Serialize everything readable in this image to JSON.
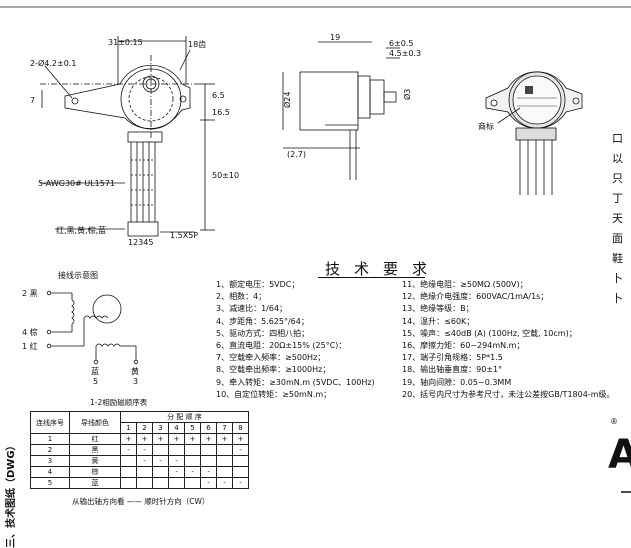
{
  "side_label": "三、技术图纸（DWG）",
  "drawing": {
    "dims": {
      "d31": "31±0.15",
      "teeth": "18齿",
      "hole": "2-Ø4.2±0.1",
      "d7": "7",
      "d65": "6.5",
      "d165": "16.5",
      "d50": "50±10",
      "wire": "5-AWG30# UL1571",
      "colors": "红,黑,黄,棕,蓝",
      "pins": "12345",
      "pitch": "1.5X5P",
      "d19": "19",
      "d6": "6±0.5",
      "d45": "4.5±0.3",
      "d24": "Ø24",
      "d3": "Ø3",
      "d27": "(2.7)",
      "label_tag": "商标"
    },
    "wiring": {
      "title": "接线示意图",
      "w2": "2 黑",
      "w4": "4 棕",
      "w1": "1 红",
      "blue": "蓝",
      "blue_num": "5",
      "yellow": "黄",
      "yellow_num": "3",
      "caption": "1-2相励磁顺序表"
    }
  },
  "spec_title": "技术要求",
  "specs_left": [
    "1、额定电压：5VDC；",
    "2、相数：4；",
    "3、减速比：1/64；",
    "4、步距角：5.625°/64；",
    "5、驱动方式：四相八拍；",
    "6、直流电阻：20Ω±15% (25°C)：",
    "7、空载牵入频率：≥500Hz；",
    "8、空载牵出频率：≥1000Hz；",
    "9、牵入转矩：≥30mN.m (5VDC、100Hz)",
    "10、自定位转矩：≥50mN.m；"
  ],
  "specs_right": [
    "11、绝缘电阻：≥50MΩ (500V)；",
    "12、绝缘介电强度：600VAC/1mA/1s；",
    "13、绝缘等级：B；",
    "14、温升：≤60K；",
    "15、噪声：≤40dB (A) (100Hz, 空载, 10cm)；",
    "16、摩擦力矩：60~294mN.m；",
    "17、端子引角规格：5P*1.5",
    "18、输出轴垂直度：90±1°",
    "19、轴向间隙：0.05~0.3MM",
    "20、括号内尺寸为参考尺寸，未注公差按GB/T1804-m级。"
  ],
  "table": {
    "h_seq": "连线序号",
    "h_color": "导线颜色",
    "h_order": "分 配 顺 序",
    "cols": [
      "1",
      "2",
      "3",
      "4",
      "5",
      "6",
      "7",
      "8"
    ],
    "rows": [
      {
        "no": "1",
        "color": "红",
        "cells": [
          "+",
          "+",
          "+",
          "+",
          "+",
          "+",
          "+",
          "+"
        ]
      },
      {
        "no": "2",
        "color": "黑",
        "cells": [
          "-",
          "-",
          "",
          "",
          "",
          "",
          "",
          "-"
        ]
      },
      {
        "no": "3",
        "color": "黄",
        "cells": [
          "",
          "-",
          "-",
          "-",
          "",
          "",
          "",
          ""
        ]
      },
      {
        "no": "4",
        "color": "棕",
        "cells": [
          "",
          "",
          "",
          "-",
          "-",
          "-",
          "",
          ""
        ]
      },
      {
        "no": "5",
        "color": "蓝",
        "cells": [
          "",
          "",
          "",
          "",
          "",
          "-",
          "-",
          "-"
        ]
      }
    ]
  },
  "direction_note": "从输出轴方向看 —— 顺时针方向（CW）",
  "right_edge": [
    "口",
    "以",
    "只",
    "丁",
    "天",
    "面",
    "鞋",
    "卜",
    "卜"
  ],
  "trademark": "®",
  "logo_glyph": "A"
}
